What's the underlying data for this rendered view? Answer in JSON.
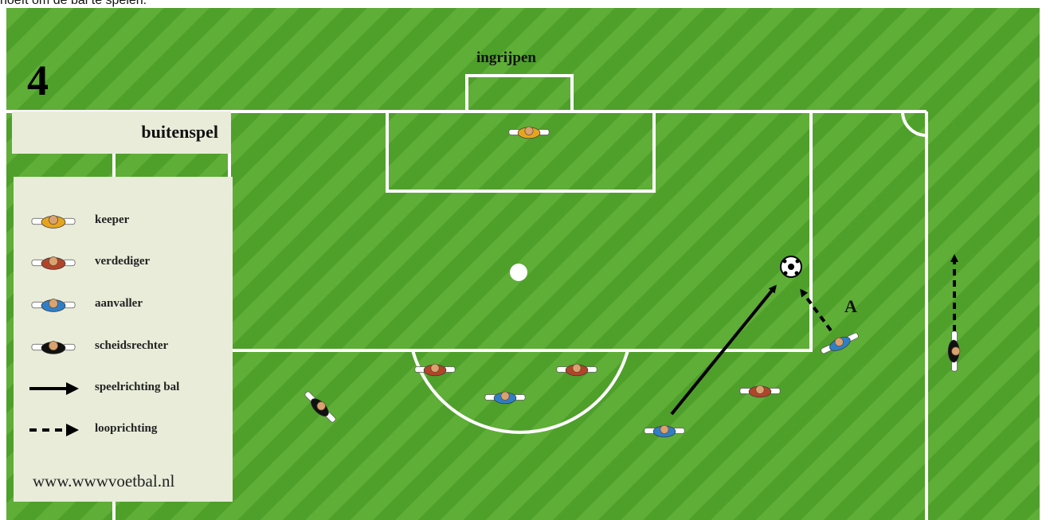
{
  "caption": "hoeft om de bal te spelen.",
  "diagram": {
    "number": "4",
    "top_label": "ingrijpen",
    "title": "buitenspel",
    "point_label": "A",
    "website": "www.wwwvoetbal.nl",
    "legend": [
      {
        "symbol": "keeper-icon",
        "label": "keeper"
      },
      {
        "symbol": "defender-icon",
        "label": "verdediger"
      },
      {
        "symbol": "attacker-icon",
        "label": "aanvaller"
      },
      {
        "symbol": "referee-icon",
        "label": "scheidsrechter"
      },
      {
        "symbol": "solid-arrow-icon",
        "label": "speelrichting bal"
      },
      {
        "symbol": "dashed-arrow-icon",
        "label": "looprichting"
      }
    ]
  },
  "colors": {
    "grass_light": "#5fae37",
    "grass_dark": "#4f9f2b",
    "keeper": "#e5a51f",
    "defender": "#b0452a",
    "attacker": "#2f7fc6",
    "referee": "#111111",
    "line": "#ffffff"
  }
}
